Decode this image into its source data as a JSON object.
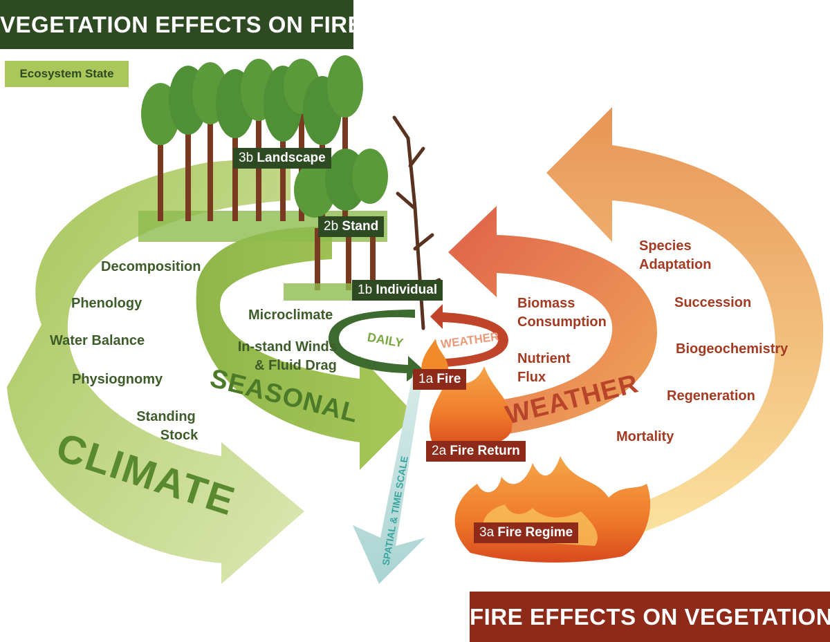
{
  "header": {
    "title": "VEGETATION EFFECTS ON FIRE"
  },
  "footer": {
    "title": "FIRE EFFECTS ON VEGETATION"
  },
  "legend": {
    "label": "Ecosystem State"
  },
  "cycles": {
    "climate": "CLIMATE",
    "seasonal": "SEASONAL",
    "daily": "DAILY",
    "weather_small": "WEATHER",
    "weather_large": "WEATHER",
    "spatial_time": "SPATIAL & TIME SCALE"
  },
  "tags": {
    "landscape": {
      "num": "3b",
      "text": "Landscape"
    },
    "stand": {
      "num": "2b",
      "text": "Stand"
    },
    "individual": {
      "num": "1b",
      "text": "Individual"
    },
    "fire": {
      "num": "1a",
      "text": "Fire"
    },
    "fire_return": {
      "num": "2a",
      "text": "Fire Return"
    },
    "fire_regime": {
      "num": "3a",
      "text": "Fire Regime"
    }
  },
  "left_labels": {
    "decomposition": "Decomposition",
    "phenology": "Phenology",
    "water_balance": "Water Balance",
    "physiognomy": "Physiognomy",
    "standing_stock_1": "Standing",
    "standing_stock_2": "Stock",
    "microclimate": "Microclimate",
    "winds_1": "In-stand Winds",
    "winds_2": "& Fluid Drag"
  },
  "right_labels": {
    "biomass_1": "Biomass",
    "biomass_2": "Consumption",
    "nutrient_1": "Nutrient",
    "nutrient_2": "Flux",
    "species_1": "Species",
    "species_2": "Adaptation",
    "succession": "Succession",
    "biogeochemistry": "Biogeochemistry",
    "regeneration": "Regeneration",
    "mortality": "Mortality"
  },
  "colors": {
    "dark_green": "#2e4a23",
    "dark_red": "#8e2a19",
    "light_green": "#a9c75a",
    "climate_green": "#c9dc8f",
    "seasonal_green": "#93b84a",
    "weather_orange": "#e6834f",
    "outer_orange": "#f0b25d"
  }
}
